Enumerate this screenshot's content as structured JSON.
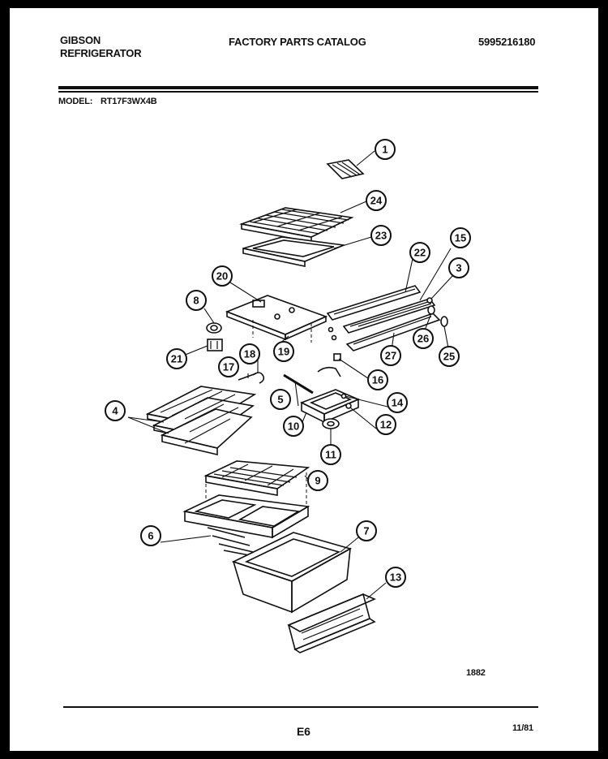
{
  "header": {
    "brand": "GIBSON",
    "product": "REFRIGERATOR",
    "catalog_title": "FACTORY PARTS CATALOG",
    "catalog_number": "5995216180",
    "model_label": "MODEL:",
    "model_number": "RT17F3WX4B"
  },
  "callouts": [
    "1",
    "24",
    "23",
    "22",
    "15",
    "3",
    "20",
    "8",
    "19",
    "21",
    "18",
    "17",
    "16",
    "26",
    "27",
    "25",
    "5",
    "14",
    "10",
    "12",
    "11",
    "4",
    "9",
    "6",
    "7",
    "13"
  ],
  "footer": {
    "drawing_code": "1882",
    "page_code": "E6",
    "date": "11/81"
  }
}
